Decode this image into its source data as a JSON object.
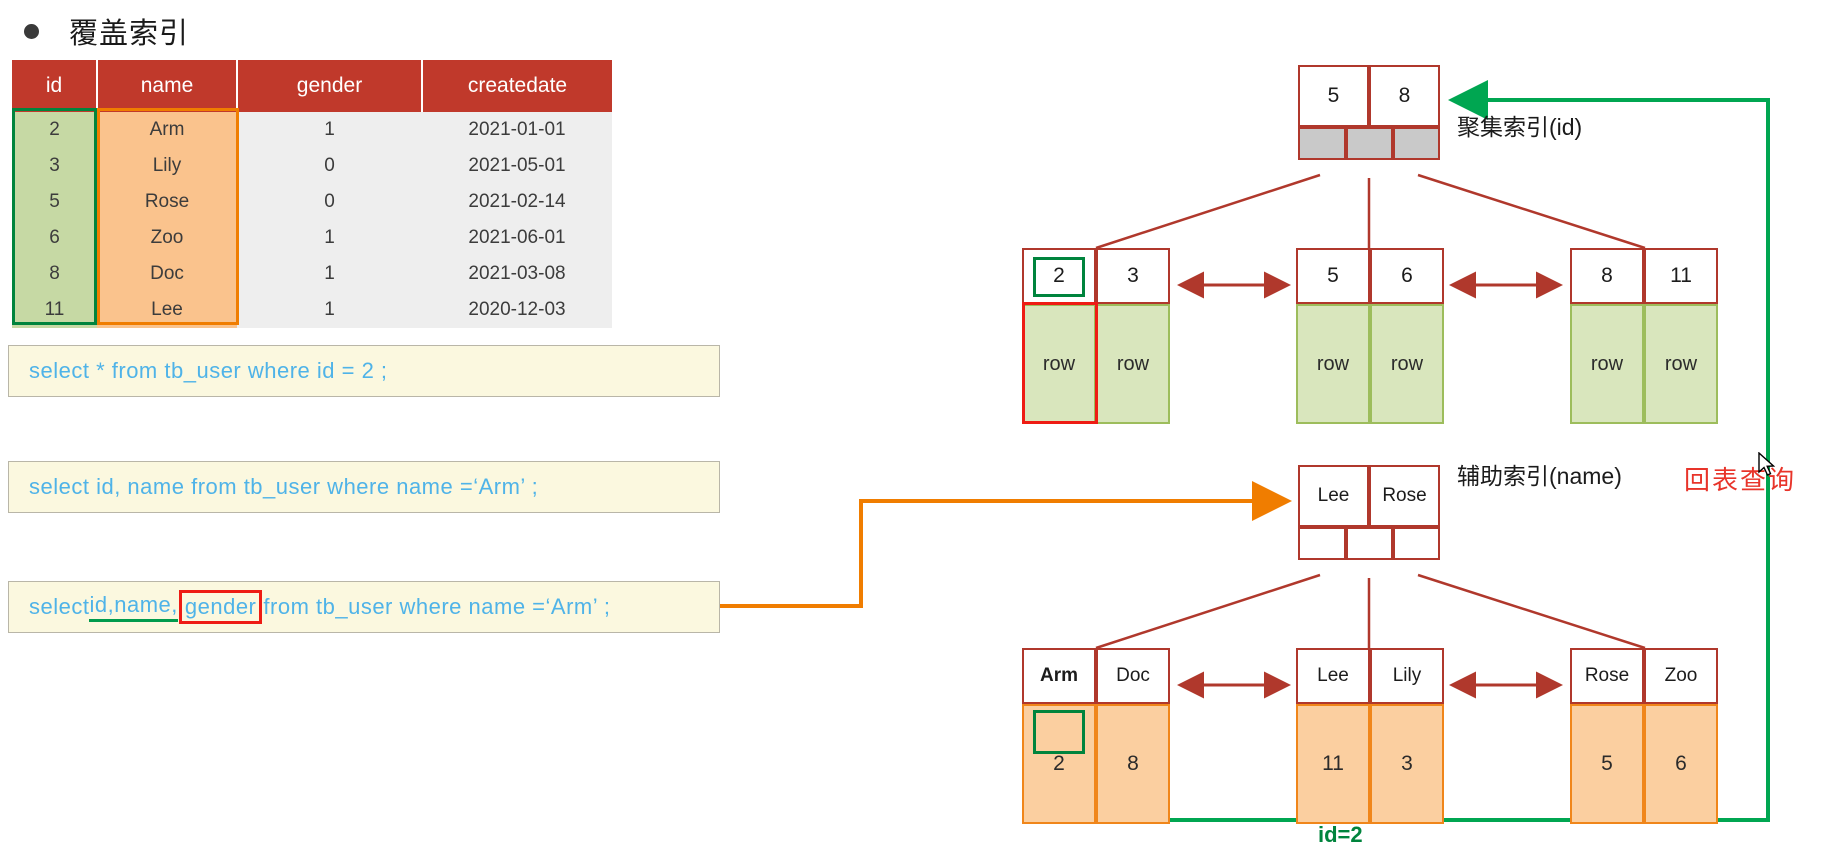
{
  "heading": {
    "bullet": "bullet-dot",
    "text": "覆盖索引"
  },
  "table": {
    "columns": [
      "id",
      "name",
      "gender",
      "createdate"
    ],
    "rows": [
      {
        "id": "2",
        "name": "Arm",
        "gender": "1",
        "createdate": "2021-01-01"
      },
      {
        "id": "3",
        "name": "Lily",
        "gender": "0",
        "createdate": "2021-05-01"
      },
      {
        "id": "5",
        "name": "Rose",
        "gender": "0",
        "createdate": "2021-02-14"
      },
      {
        "id": "6",
        "name": "Zoo",
        "gender": "1",
        "createdate": "2021-06-01"
      },
      {
        "id": "8",
        "name": "Doc",
        "gender": "1",
        "createdate": "2021-03-08"
      },
      {
        "id": "11",
        "name": "Lee",
        "gender": "1",
        "createdate": "2020-12-03"
      }
    ],
    "highlight": {
      "id_column_border": "#00843d",
      "name_column_border": "#f07d00",
      "id_column_fill": "#c6d9a4",
      "name_column_fill": "#fac38d",
      "header_fill": "#c0392b"
    }
  },
  "sql": {
    "query1": "select * from tb_user where id = 2 ;",
    "query2": "select id, name from tb_user where name =‘Arm’ ;",
    "query3": {
      "prefix": "select ",
      "underlined": "id,name,",
      "boxed": "gender",
      "suffix": " from tb_user where name =‘Arm’ ;"
    },
    "text_color": "#4fb3e8",
    "box_fill": "#fbf8df"
  },
  "diagram": {
    "clustered": {
      "label": "聚集索引(id)",
      "root": {
        "keys": [
          "5",
          "8"
        ],
        "pointers": 3
      },
      "leaves": [
        {
          "keys": [
            "2",
            "3"
          ],
          "data": [
            "row",
            "row"
          ]
        },
        {
          "keys": [
            "5",
            "6"
          ],
          "data": [
            "row",
            "row"
          ]
        },
        {
          "keys": [
            "8",
            "11"
          ],
          "data": [
            "row",
            "row"
          ]
        }
      ],
      "selected_key": "2",
      "selected_row": "row"
    },
    "secondary": {
      "label": "辅助索引(name)",
      "root": {
        "keys": [
          "Lee",
          "Rose"
        ],
        "pointers": 3
      },
      "leaves": [
        {
          "keys": [
            "Arm",
            "Doc"
          ],
          "data": [
            "2",
            "8"
          ]
        },
        {
          "keys": [
            "Lee",
            "Lily"
          ],
          "data": [
            "11",
            "3"
          ]
        },
        {
          "keys": [
            "Rose",
            "Zoo"
          ],
          "data": [
            "5",
            "6"
          ]
        }
      ],
      "selected_data": "2"
    },
    "annotations": {
      "lookup_label": "回表查询",
      "id_label": "id=2"
    },
    "colors": {
      "node_border": "#b0382c",
      "pointer_fill": "#c9c9c9",
      "clustered_data_fill": "#d9e6bd",
      "secondary_data_fill": "#fbcfa0",
      "green_arrow": "#00a651",
      "orange_arrow": "#f07d00",
      "red_text": "#e8342a"
    }
  }
}
